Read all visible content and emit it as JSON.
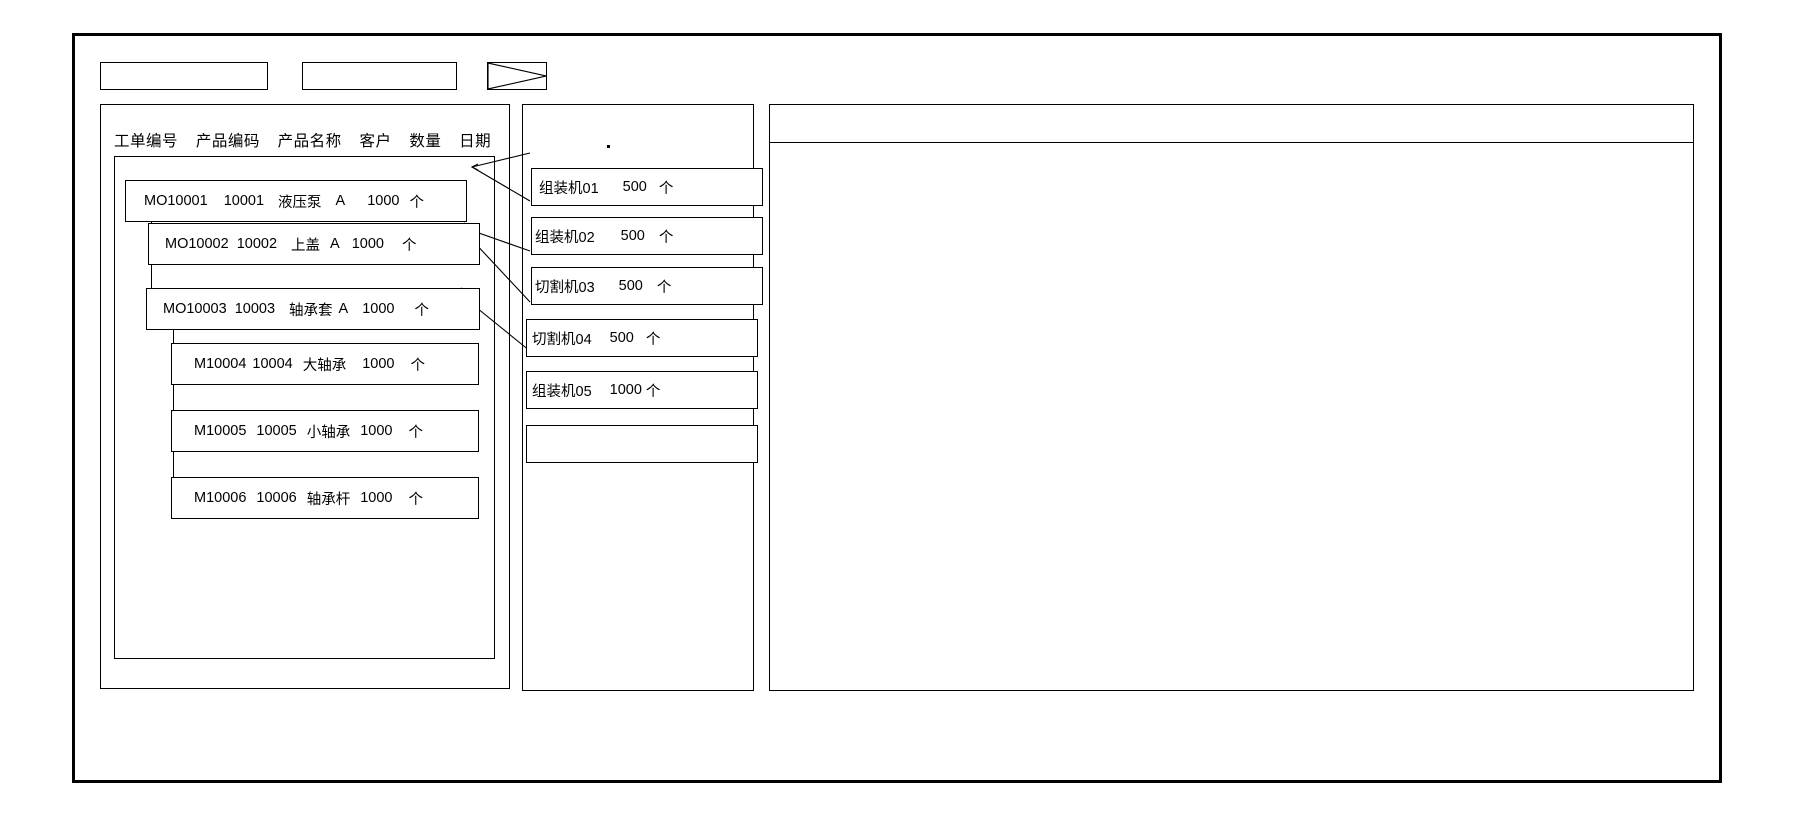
{
  "window": {
    "title": ""
  },
  "toolbar": {
    "field_1_value": "",
    "field_1_placeholder": "",
    "field_2_value": "",
    "field_2_placeholder": "",
    "close_icon": "x-cross-icon"
  },
  "left_panel": {
    "column_headers": [
      "工单编号",
      "产品编码",
      "产品名称",
      "客户",
      "数量",
      "日期"
    ],
    "rows": [
      {
        "level": 0,
        "order_no": "MO10001",
        "product_code": "10001",
        "product_name": "液压泵",
        "customer": "A",
        "quantity": "1000",
        "unit": "个",
        "date": ""
      },
      {
        "level": 1,
        "order_no": "MO10002",
        "product_code": "10002",
        "product_name": "上盖",
        "customer": "A",
        "quantity": "1000",
        "unit": "个",
        "date": ""
      },
      {
        "level": 1,
        "order_no": "MO10003",
        "product_code": "10003",
        "product_name": "轴承套",
        "customer": "A",
        "quantity": "1000",
        "unit": "个",
        "date": ""
      },
      {
        "level": 2,
        "order_no": "M10004",
        "product_code": "10004",
        "product_name": "大轴承",
        "customer": "",
        "quantity": "1000",
        "unit": "个",
        "date": ""
      },
      {
        "level": 2,
        "order_no": "M10005",
        "product_code": "10005",
        "product_name": "小轴承",
        "customer": "",
        "quantity": "1000",
        "unit": "个",
        "date": ""
      },
      {
        "level": 2,
        "order_no": "M10006",
        "product_code": "10006",
        "product_name": "轴承杆",
        "customer": "",
        "quantity": "1000",
        "unit": "个",
        "date": ""
      }
    ]
  },
  "middle_panel": {
    "machines": [
      {
        "name": "组装机01",
        "quantity": "500",
        "unit": "个"
      },
      {
        "name": "组装机02",
        "quantity": "500",
        "unit": "个"
      },
      {
        "name": "切割机03",
        "quantity": "500",
        "unit": "个"
      },
      {
        "name": "切割机04",
        "quantity": "500",
        "unit": "个"
      },
      {
        "name": "组装机05",
        "quantity": "1000",
        "unit": "个"
      },
      {
        "name": "",
        "quantity": "",
        "unit": ""
      }
    ]
  },
  "right_panel": {
    "header_text": "",
    "body_text": ""
  },
  "colors": {
    "line": "#000000",
    "background": "#ffffff"
  }
}
